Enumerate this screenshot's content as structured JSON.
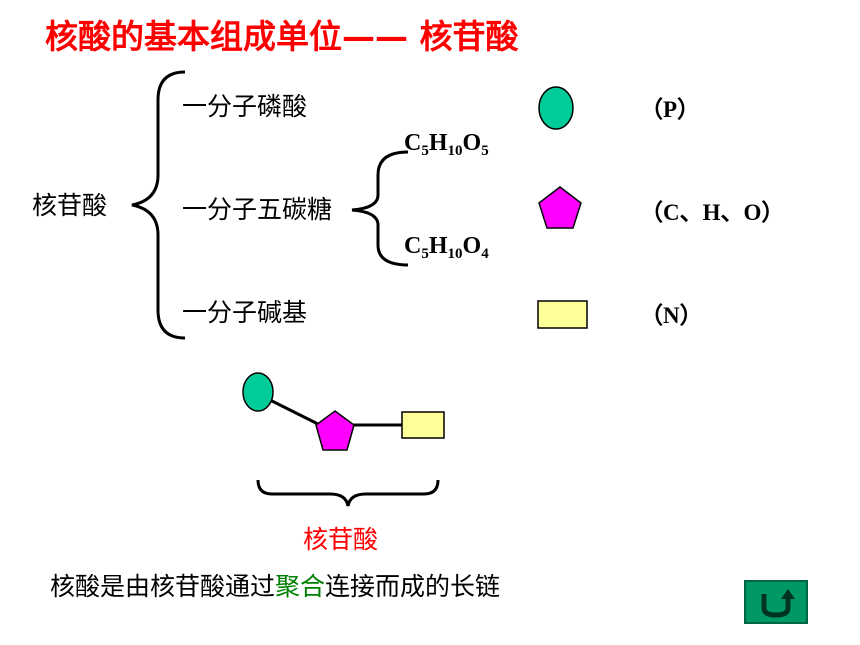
{
  "title": "核酸的基本组成单位—— 核苷酸",
  "root_label": "核苷酸",
  "components": [
    {
      "label": "一分子磷酸",
      "elements": "（P）",
      "shape": "circle",
      "color": "#00cc99"
    },
    {
      "label": "一分子五碳糖",
      "elements": "（C、H、O）",
      "shape": "pentagon",
      "color": "#ff00ff"
    },
    {
      "label": "一分子碱基",
      "elements": "（N）",
      "shape": "rectangle",
      "color": "#ffff99"
    }
  ],
  "sugar_types": [
    {
      "C": "C",
      "c_sub": "5",
      "H": "H",
      "h_sub": "10",
      "O": "O",
      "o_sub": "5"
    },
    {
      "C": "C",
      "c_sub": "5",
      "H": "H",
      "h_sub": "10",
      "O": "O",
      "o_sub": "4"
    }
  ],
  "model_caption": "核苷酸",
  "summary": {
    "before": "核酸是由核苷酸通过",
    "highlight": "聚合",
    "after": "连接而成的长链"
  },
  "return_button_icon": "return-arrow-icon"
}
